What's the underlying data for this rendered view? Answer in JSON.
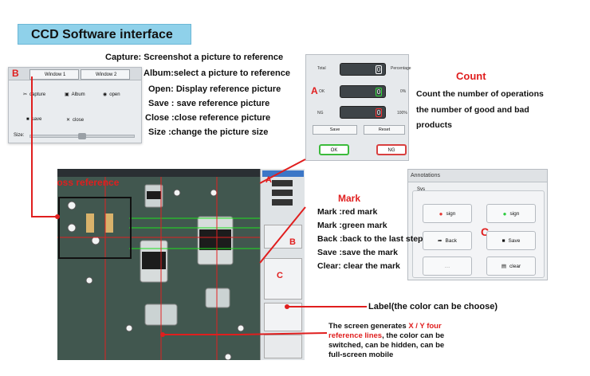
{
  "title": "CCD Software interface",
  "panel_b": {
    "marker": "B",
    "tab1": "Window 1",
    "tab2": "Window 2",
    "buttons": {
      "capture": "capture",
      "album": "Album",
      "open": "open",
      "save": "save",
      "close": "close"
    },
    "size_label": "Size:"
  },
  "b_desc": {
    "capture": "Capture: Screenshot a picture to reference",
    "album": "Album:select a picture to reference",
    "open": "Open: Display reference picture",
    "save": "Save : save reference picture",
    "close": "Close :close reference picture",
    "size": "Size :change the picture size"
  },
  "panel_a": {
    "marker": "A",
    "total": "Total",
    "percentage": "Percentage",
    "ok": "OK",
    "ng": "NG",
    "ok_pct": "0%",
    "ng_pct": "100%",
    "total_digit": "0",
    "ok_digit": "0",
    "ng_digit": "0",
    "save": "Save",
    "reset": "Reset",
    "ok_btn": "OK",
    "ng_btn": "NG"
  },
  "count": {
    "title": "Count",
    "line1": "Count the number of operations",
    "line2": "the number of good and bad",
    "line3": "products"
  },
  "annotations": {
    "header": "Annotations",
    "group": "Sys",
    "marker": "C",
    "sign": "sign",
    "back": "Back",
    "save": "Save",
    "clear": "clear",
    "empty": "....",
    "red_color": "#e53935",
    "green_color": "#2ecc40"
  },
  "scope": {
    "cross_ref": "Cross reference",
    "side_a": "A",
    "side_b": "B",
    "side_c": "C"
  },
  "mark": {
    "title": "Mark",
    "red": "Mark :red mark",
    "green": "Mark :green mark",
    "back": "Back :back to the last step",
    "save": "Save :save the mark",
    "clear": "Clear: clear the mark"
  },
  "label_note": "Label(the color can be choose)",
  "lines_note": {
    "prefix": "The screen generates ",
    "highlight1": "X / Y four",
    "highlight2": "reference lines",
    "rest1": ", the color can be",
    "rest2": "switched, can be hidden, can be",
    "rest3": "full-screen mobile"
  }
}
